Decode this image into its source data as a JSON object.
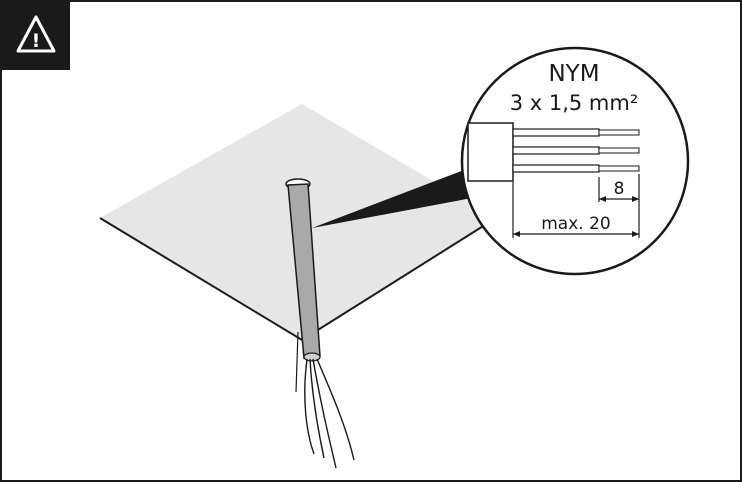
{
  "warning": {
    "icon": "warning-triangle-icon",
    "symbol": "!"
  },
  "cable": {
    "type_label": "NYM",
    "cross_section_label": "3 x 1,5 mm²"
  },
  "dimensions": {
    "strip_length_label": "8",
    "max_length_label": "max. 20"
  },
  "colors": {
    "frame": "#1a1a1a",
    "plate": "#e6e6e6",
    "cable": "#a9a9a9",
    "line": "#1a1a1a"
  }
}
